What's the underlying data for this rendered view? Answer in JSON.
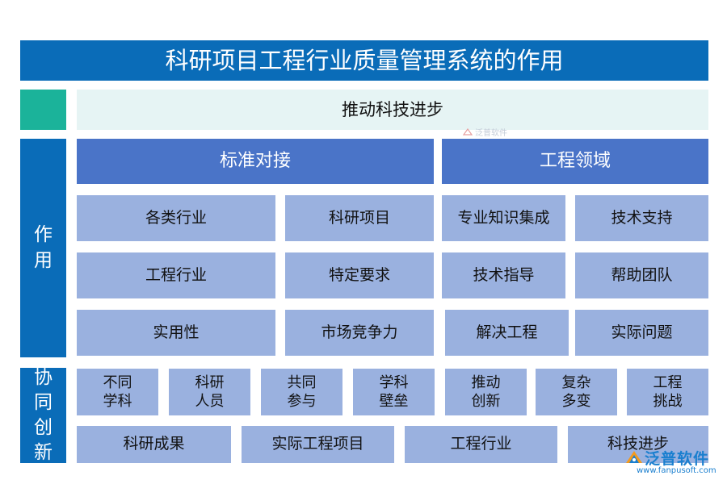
{
  "title": "科研项目工程行业质量管理系统的作用",
  "top_banner": "推动科技进步",
  "side_labels": {
    "role": [
      "作",
      "用"
    ],
    "collab": [
      "协",
      "同",
      "创",
      "新"
    ]
  },
  "headers": {
    "left": "标准对接",
    "right": "工程领域"
  },
  "grid": {
    "r1": [
      "各类行业",
      "科研项目",
      "专业知识集成",
      "技术支持"
    ],
    "r2": [
      "工程行业",
      "特定要求",
      "技术指导",
      "帮助团队"
    ],
    "r3": [
      "实用性",
      "市场竞争力",
      "解决工程",
      "实际问题"
    ]
  },
  "collab_top": [
    [
      "不同",
      "学科"
    ],
    [
      "科研",
      "人员"
    ],
    [
      "共同",
      "参与"
    ],
    [
      "学科",
      "壁垒"
    ],
    [
      "推动",
      "创新"
    ],
    [
      "复杂",
      "多变"
    ],
    [
      "工程",
      "挑战"
    ]
  ],
  "collab_bottom": [
    "科研成果",
    "实际工程项目",
    "工程行业",
    "科技进步"
  ],
  "watermark": {
    "brand": "泛普软件",
    "url": "www.fanpusoft.com",
    "small": "泛普软件"
  },
  "colors": {
    "title_bar": "#0a6cb8",
    "teal": "#1bb39a",
    "banner": "#e6f4f4",
    "header": "#4a74c8",
    "cell": "#9ab1df"
  }
}
